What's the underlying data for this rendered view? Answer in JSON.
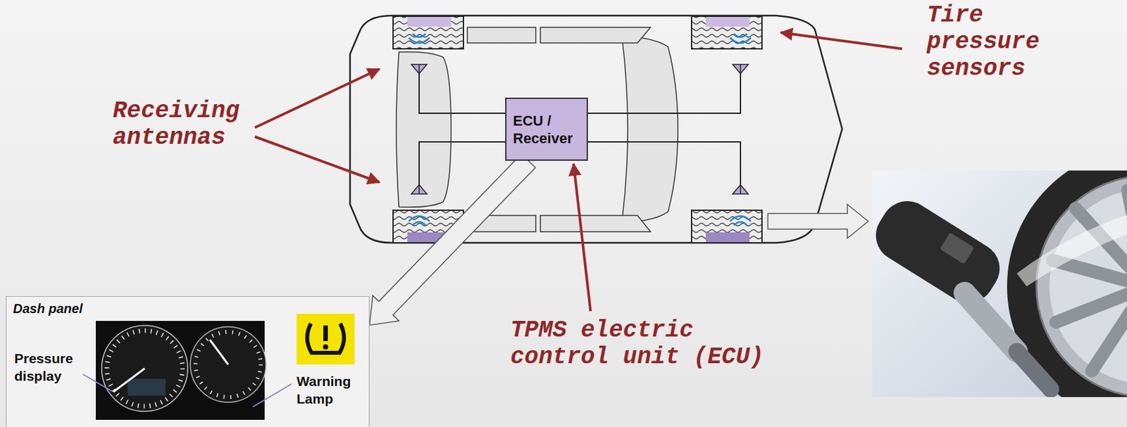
{
  "diagram": {
    "nodes": [
      {
        "text": [
          "ECU / Receiver"
        ]
      },
      {
        "text": [
          "Dash panel"
        ]
      }
    ],
    "edges": [
      {
        "from": 0,
        "to": 1,
        "arrow": "to"
      }
    ],
    "labels": [
      "Receiving antennas",
      "Tire pressure sensors",
      "TPMS electric control unit (ECU)",
      "Pressure display",
      "Warning Lamp"
    ]
  }
}
